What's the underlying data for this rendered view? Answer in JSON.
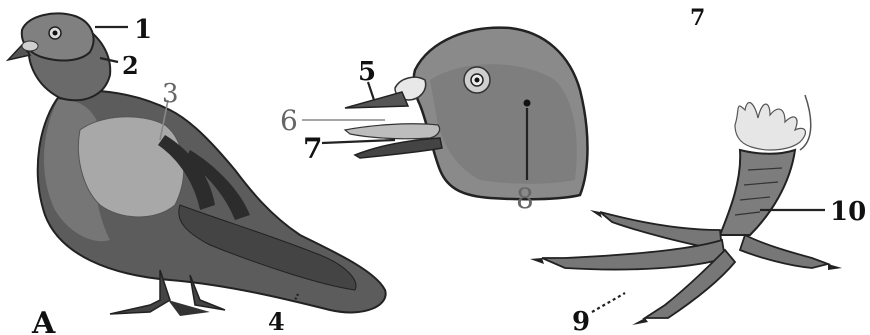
{
  "figure": {
    "panel_label": "A",
    "labels": {
      "l1": "1",
      "l2": "2",
      "l3": "3",
      "l4": "4",
      "l5": "5",
      "l6": "6",
      "l7": "7",
      "l8": "8",
      "l9": "9",
      "l10": "10",
      "corner_mark": "7"
    }
  }
}
